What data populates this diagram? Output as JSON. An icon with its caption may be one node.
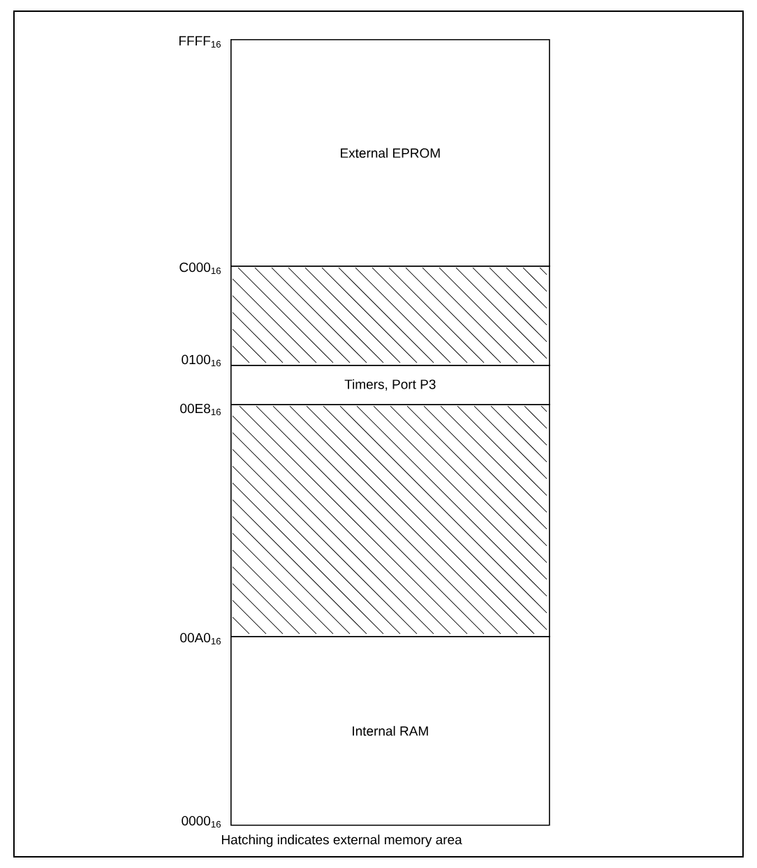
{
  "diagram": {
    "caption": "Hatching indicates external memory area",
    "nodes": [
      {
        "text": [
          "External EPROM"
        ]
      },
      {
        "text": [],
        "shape": "box"
      },
      {
        "text": [
          "Timers, Port P3"
        ]
      },
      {
        "text": [],
        "shape": "box"
      },
      {
        "text": [
          "Internal RAM"
        ]
      }
    ],
    "labels": [
      "FFFF$_{16}$",
      "C000$_{16}$",
      "0100$_{16}$",
      "00E8$_{16}$",
      "00A0$_{16}$",
      "0000$_{16}$"
    ]
  }
}
